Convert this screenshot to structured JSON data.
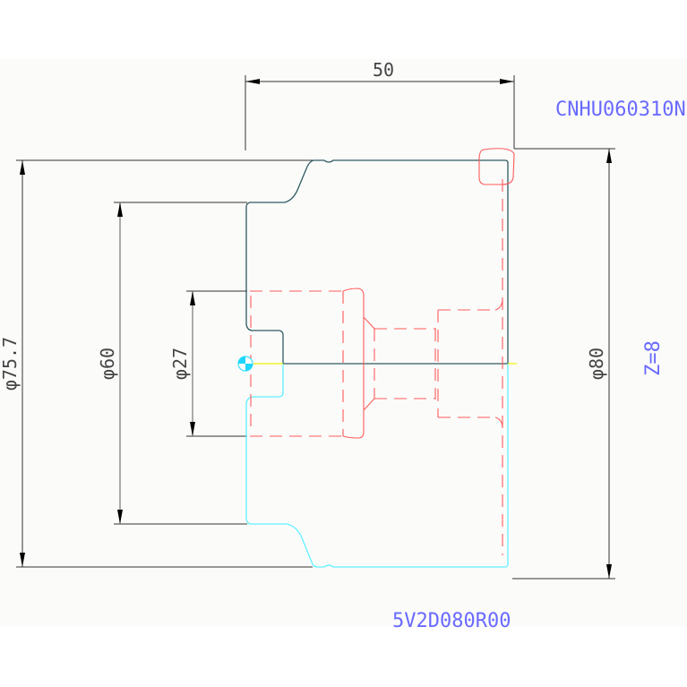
{
  "drawing": {
    "dimensions": {
      "length": "50",
      "dia_outer": "φ75.7",
      "dia_60": "φ60",
      "dia_27": "φ27",
      "dia_80": "φ80"
    },
    "insert_code": "CNHU060310N",
    "z_offset": "Z=8",
    "tool_code": "5V2D080R00",
    "colors": {
      "profile_upper": "#2f5a60",
      "profile_lower": "#5ff0ff",
      "hidden_features": "#ff5a5a",
      "annotation": "#6a6aff"
    }
  }
}
